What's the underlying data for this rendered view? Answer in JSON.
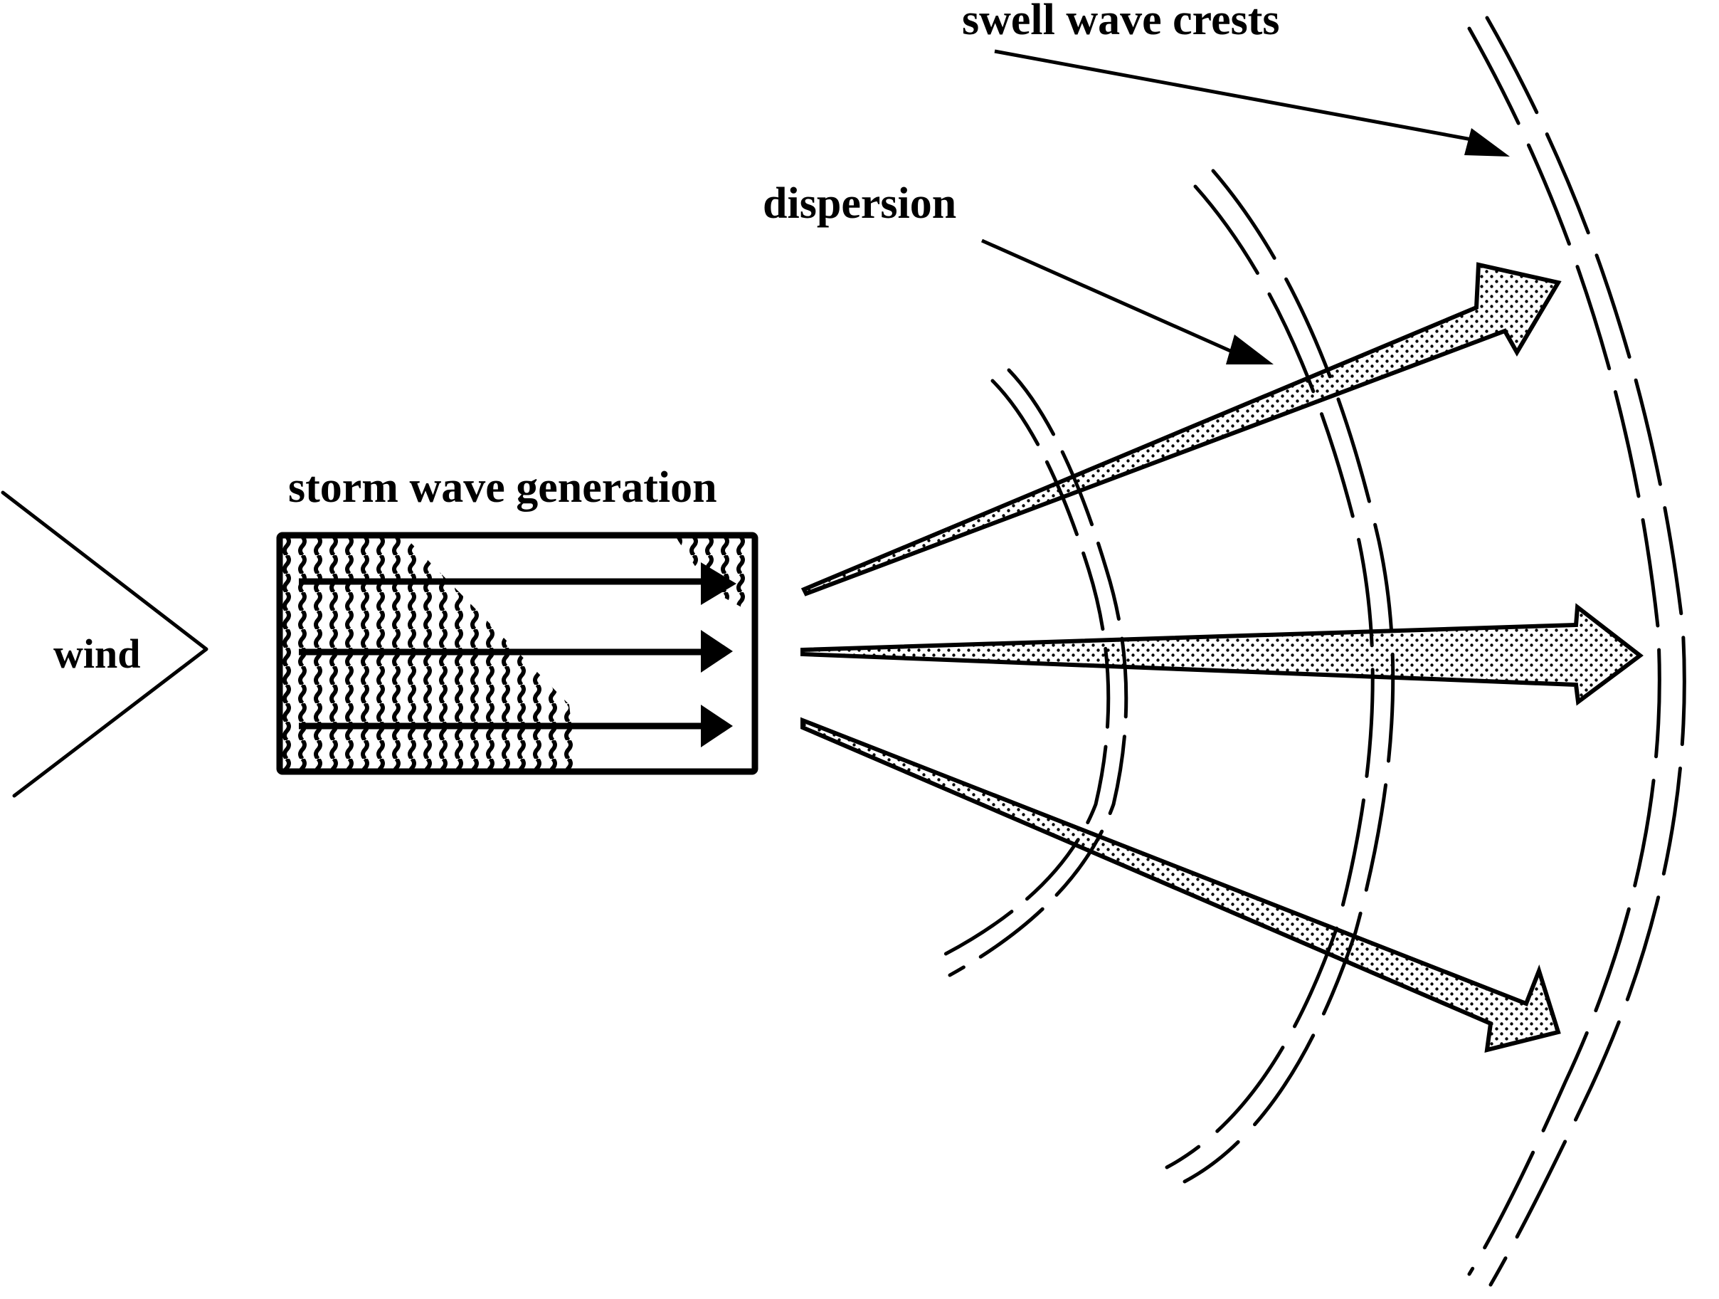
{
  "diagram": {
    "title": "Storm wave generation and swell dispersion",
    "labels": {
      "wind": "wind",
      "storm_wave_generation": "storm wave generation",
      "dispersion": "dispersion",
      "swell_wave_crests": "swell wave crests"
    },
    "elements": {
      "wind_chevron": "wind direction chevron",
      "generation_box_arrows": 3,
      "swell_rays": 3,
      "crest_arc_groups": 3
    },
    "colors": {
      "ink": "#000000",
      "background": "#ffffff",
      "stipple": "#000000"
    }
  }
}
